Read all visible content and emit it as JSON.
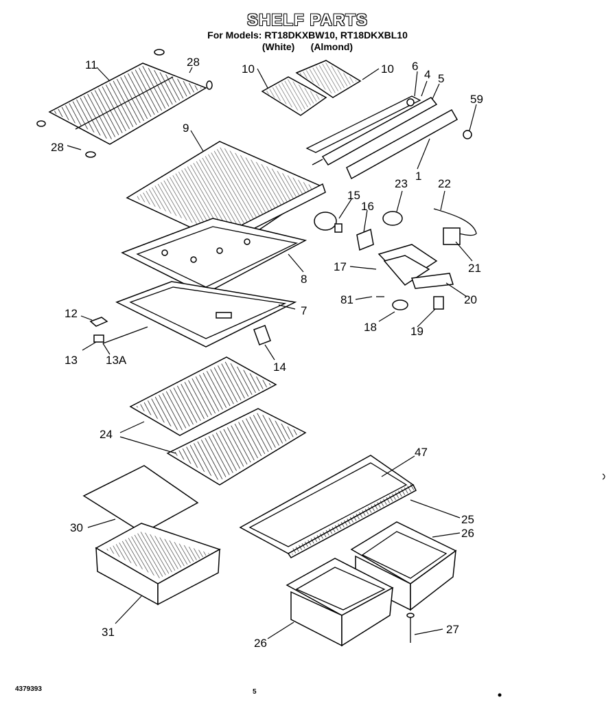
{
  "header": {
    "title": "SHELF PARTS",
    "models": "For Models: RT18DKXBW10, RT18DKXBL10",
    "colors": "(White)      (Almond)"
  },
  "callouts": {
    "c11": "11",
    "c28a": "28",
    "c28b": "28",
    "c10a": "10",
    "c10b": "10",
    "c6": "6",
    "c4": "4",
    "c5": "5",
    "c59": "59",
    "c1": "1",
    "c9": "9",
    "c15": "15",
    "c16": "16",
    "c23": "23",
    "c22": "22",
    "c21": "21",
    "c8": "8",
    "c17": "17",
    "c20": "20",
    "c81": "81",
    "c18": "18",
    "c19": "19",
    "c7": "7",
    "c12": "12",
    "c13": "13",
    "c13a": "13A",
    "c14": "14",
    "c24": "24",
    "c47": "47",
    "c30": "30",
    "c25": "25",
    "c26a": "26",
    "c31": "31",
    "c26b": "26",
    "c27": "27"
  },
  "footer": {
    "doc_number": "4379393",
    "page_number": "5"
  }
}
